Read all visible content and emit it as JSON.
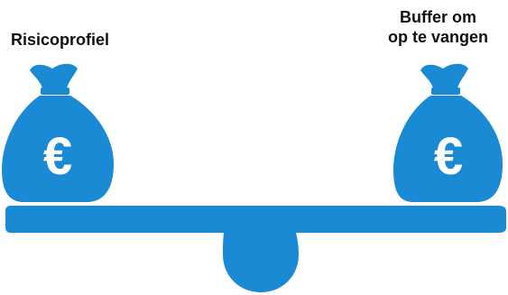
{
  "labels": {
    "left": "Risicoprofiel",
    "right_line1": "Buffer om",
    "right_line2": "op te vangen"
  },
  "icons": {
    "left_bag": "euro-money-bag-icon",
    "right_bag": "euro-money-bag-icon",
    "balance": "balance-scale-icon"
  },
  "currency_symbol": "€",
  "colors": {
    "blue": "#1a8ad4",
    "text": "#111111",
    "background": "#ffffff"
  }
}
